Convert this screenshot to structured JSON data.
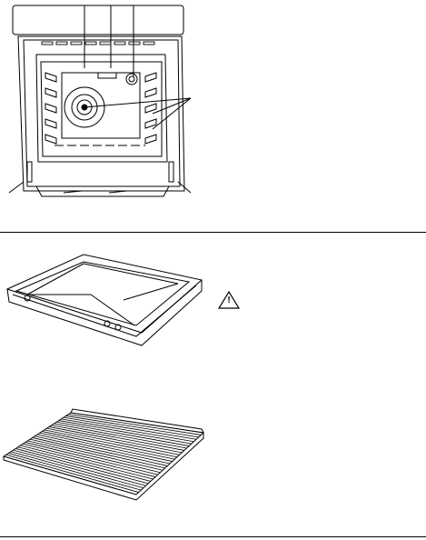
{
  "document": {
    "warning_symbol": "!",
    "icons": [
      "oven-diagram",
      "baking-tray-diagram",
      "wire-shelf-diagram",
      "warning-triangle-icon"
    ]
  }
}
